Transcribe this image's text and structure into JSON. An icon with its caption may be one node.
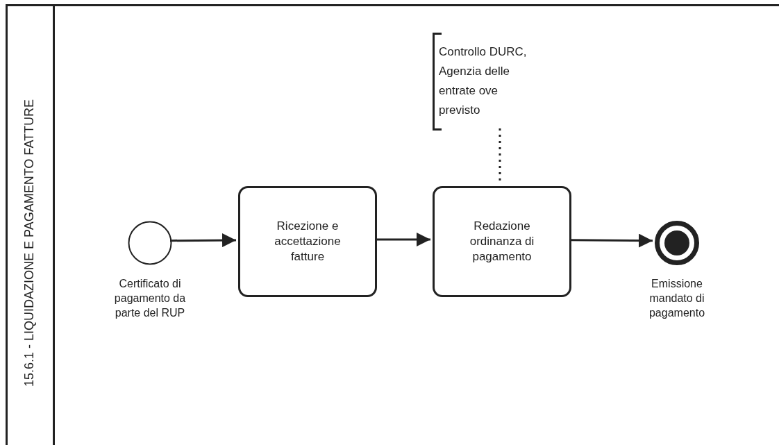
{
  "diagram": {
    "nodes": [
      {
        "text": [
          "15.6.1 - LIQUIDAZIONE E PAGAMENTO FATTURE"
        ]
      },
      {
        "text": [
          "Certificato di pagamento da parte del RUP"
        ],
        "in": 0
      },
      {
        "text": [
          "Ricezione e accettazione fatture"
        ],
        "in": 0
      },
      {
        "text": [
          "Redazione ordinanza di pagamento"
        ],
        "in": 0
      },
      {
        "text": [
          "Emissione mandato di pagamento"
        ],
        "in": 0
      },
      {
        "text": [
          "Controllo DURC, Agenzia delle entrate ove previsto"
        ],
        "in": 0
      }
    ],
    "edges": [
      {
        "from": 1,
        "to": 2,
        "arrow": "to"
      },
      {
        "from": 2,
        "to": 3,
        "arrow": "to"
      },
      {
        "from": 3,
        "to": 4,
        "arrow": "to"
      },
      {
        "from": 5,
        "to": 3,
        "arrow": "none",
        "style": "dashed"
      }
    ]
  }
}
